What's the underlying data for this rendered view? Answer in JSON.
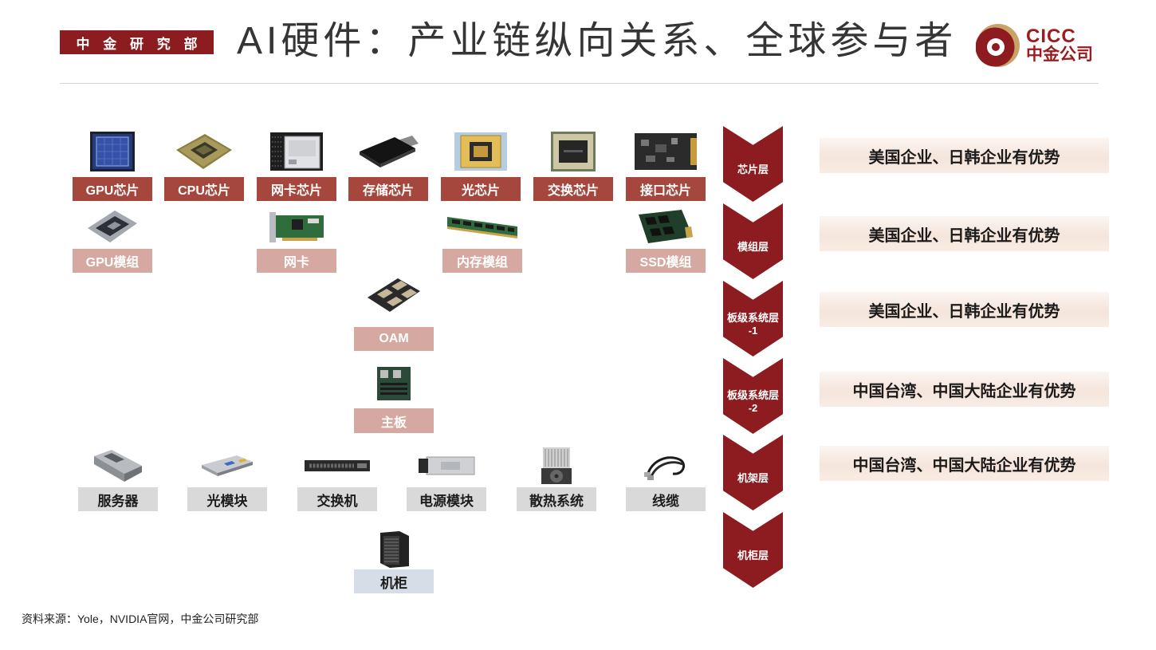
{
  "header": {
    "badge": "中 金 研 究 部",
    "title": "AI硬件：产业链纵向关系、全球参与者",
    "logo": {
      "icon": "cicc-logo-icon",
      "name_en": "CICC",
      "name_cn": "中金公司"
    }
  },
  "chips": [
    {
      "label": "GPU芯片",
      "image": "gpu-chip-image"
    },
    {
      "label": "CPU芯片",
      "image": "cpu-chip-image"
    },
    {
      "label": "网卡芯片",
      "image": "nic-chip-image"
    },
    {
      "label": "存储芯片",
      "image": "memory-chip-image"
    },
    {
      "label": "光芯片",
      "image": "optical-chip-image"
    },
    {
      "label": "交换芯片",
      "image": "switch-chip-image"
    },
    {
      "label": "接口芯片",
      "image": "interface-chip-image"
    }
  ],
  "modules": [
    {
      "label": "GPU模组",
      "image": "gpu-module-image"
    },
    {
      "label": "网卡",
      "image": "nic-card-image"
    },
    {
      "label": "内存模组",
      "image": "memory-module-image"
    },
    {
      "label": "SSD模组",
      "image": "ssd-module-image"
    }
  ],
  "board_level_1": {
    "label": "OAM",
    "image": "oam-image"
  },
  "board_level_2": {
    "label": "主板",
    "image": "motherboard-image"
  },
  "rack_components": [
    {
      "label": "服务器",
      "image": "server-image"
    },
    {
      "label": "光模块",
      "image": "optical-module-image"
    },
    {
      "label": "交换机",
      "image": "switch-image"
    },
    {
      "label": "电源模块",
      "image": "power-module-image"
    },
    {
      "label": "散热系统",
      "image": "cooling-system-image"
    },
    {
      "label": "线缆",
      "image": "cable-image"
    }
  ],
  "cabinet": {
    "label": "机柜",
    "image": "cabinet-image"
  },
  "layers": [
    {
      "label_lines": [
        "芯片层"
      ],
      "advantage": "美国企业、日韩企业有优势"
    },
    {
      "label_lines": [
        "模组层"
      ],
      "advantage": "美国企业、日韩企业有优势"
    },
    {
      "label_lines": [
        "板级系统层",
        "-1"
      ],
      "advantage": "美国企业、日韩企业有优势"
    },
    {
      "label_lines": [
        "板级系统层",
        "-2"
      ],
      "advantage": "中国台湾、中国大陆企业有优势"
    },
    {
      "label_lines": [
        "机架层"
      ],
      "advantage": "中国台湾、中国大陆企业有优势"
    },
    {
      "label_lines": [
        "机柜层"
      ]
    }
  ],
  "footer": {
    "source": "资料来源：Yole，NVIDIA官网，中金公司研究部"
  },
  "colors": {
    "brand": "#8c1c20",
    "chip_label": "#a6473e",
    "module_label": "#d5a9a1",
    "rack_label": "#d9d9d9",
    "cabinet_label": "#d7dde6",
    "advantage_bg": "#f5e5db"
  }
}
